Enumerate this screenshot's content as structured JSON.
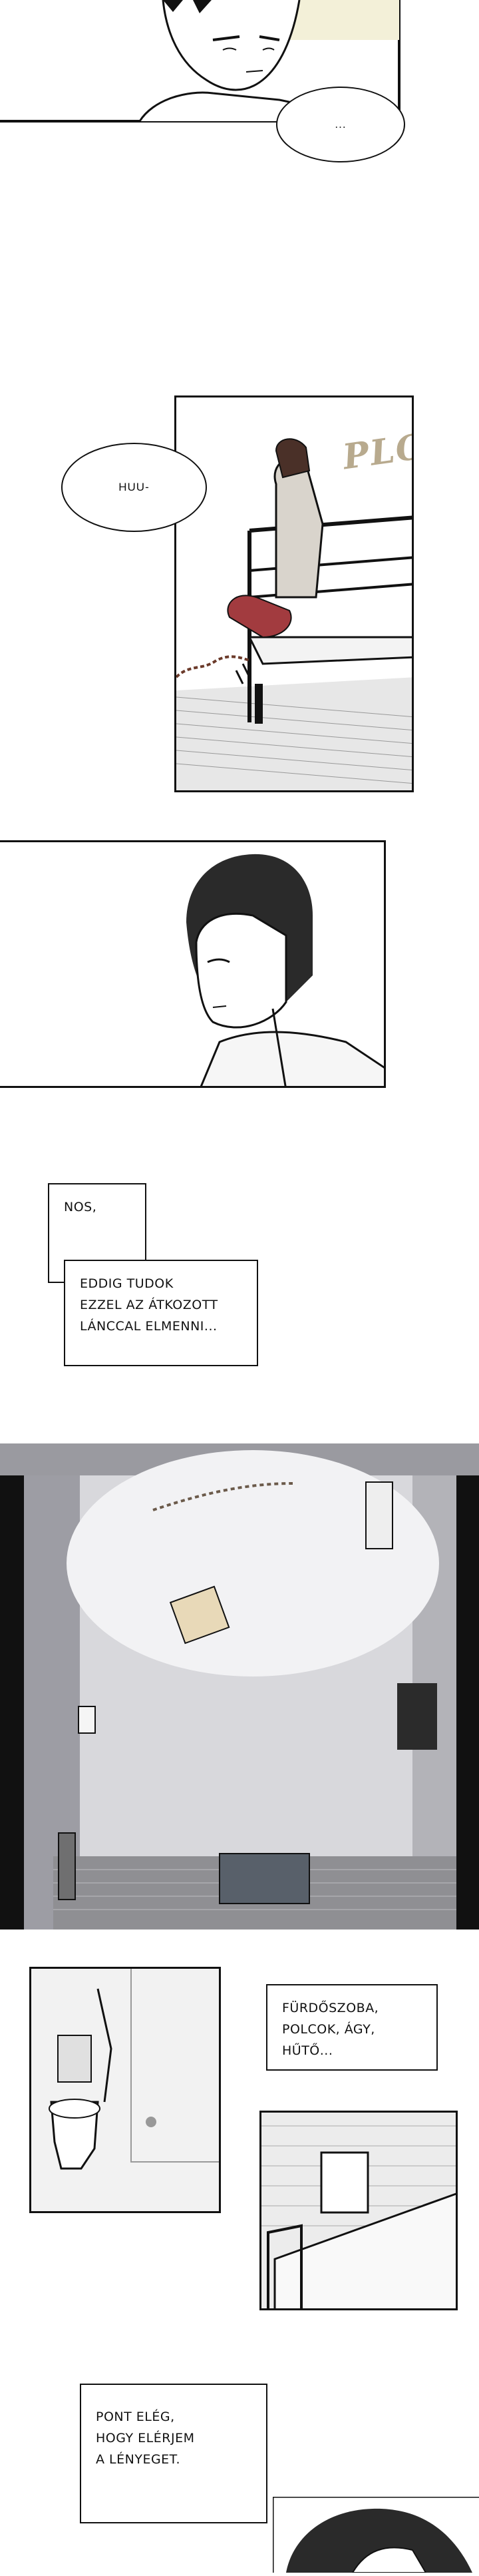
{
  "page": {
    "background": "#ffffff"
  },
  "speech": {
    "ellipsis": "...",
    "sigh": "HUU-"
  },
  "sfx": {
    "plop": "PLOP"
  },
  "captions": {
    "nos": "NOS,",
    "chain": "EDDIG  TUDOK\nEZZEL AZ ÁTKOZOTT\nLÁNCCAL ELMENNI...",
    "rooms": "FÜRDŐSZOBA,\nPOLCOK, ÁGY, HŰTŐ...",
    "enough": "PONT ELÉG,\nHOGY ELÉRJEM\nA LÉNYEGET."
  },
  "colors": {
    "ink": "#111111",
    "blanket": "#a23b3f",
    "floor": "#8a8a8a",
    "wall": "#cfcfd4",
    "sfx": "#b8aa8e"
  }
}
